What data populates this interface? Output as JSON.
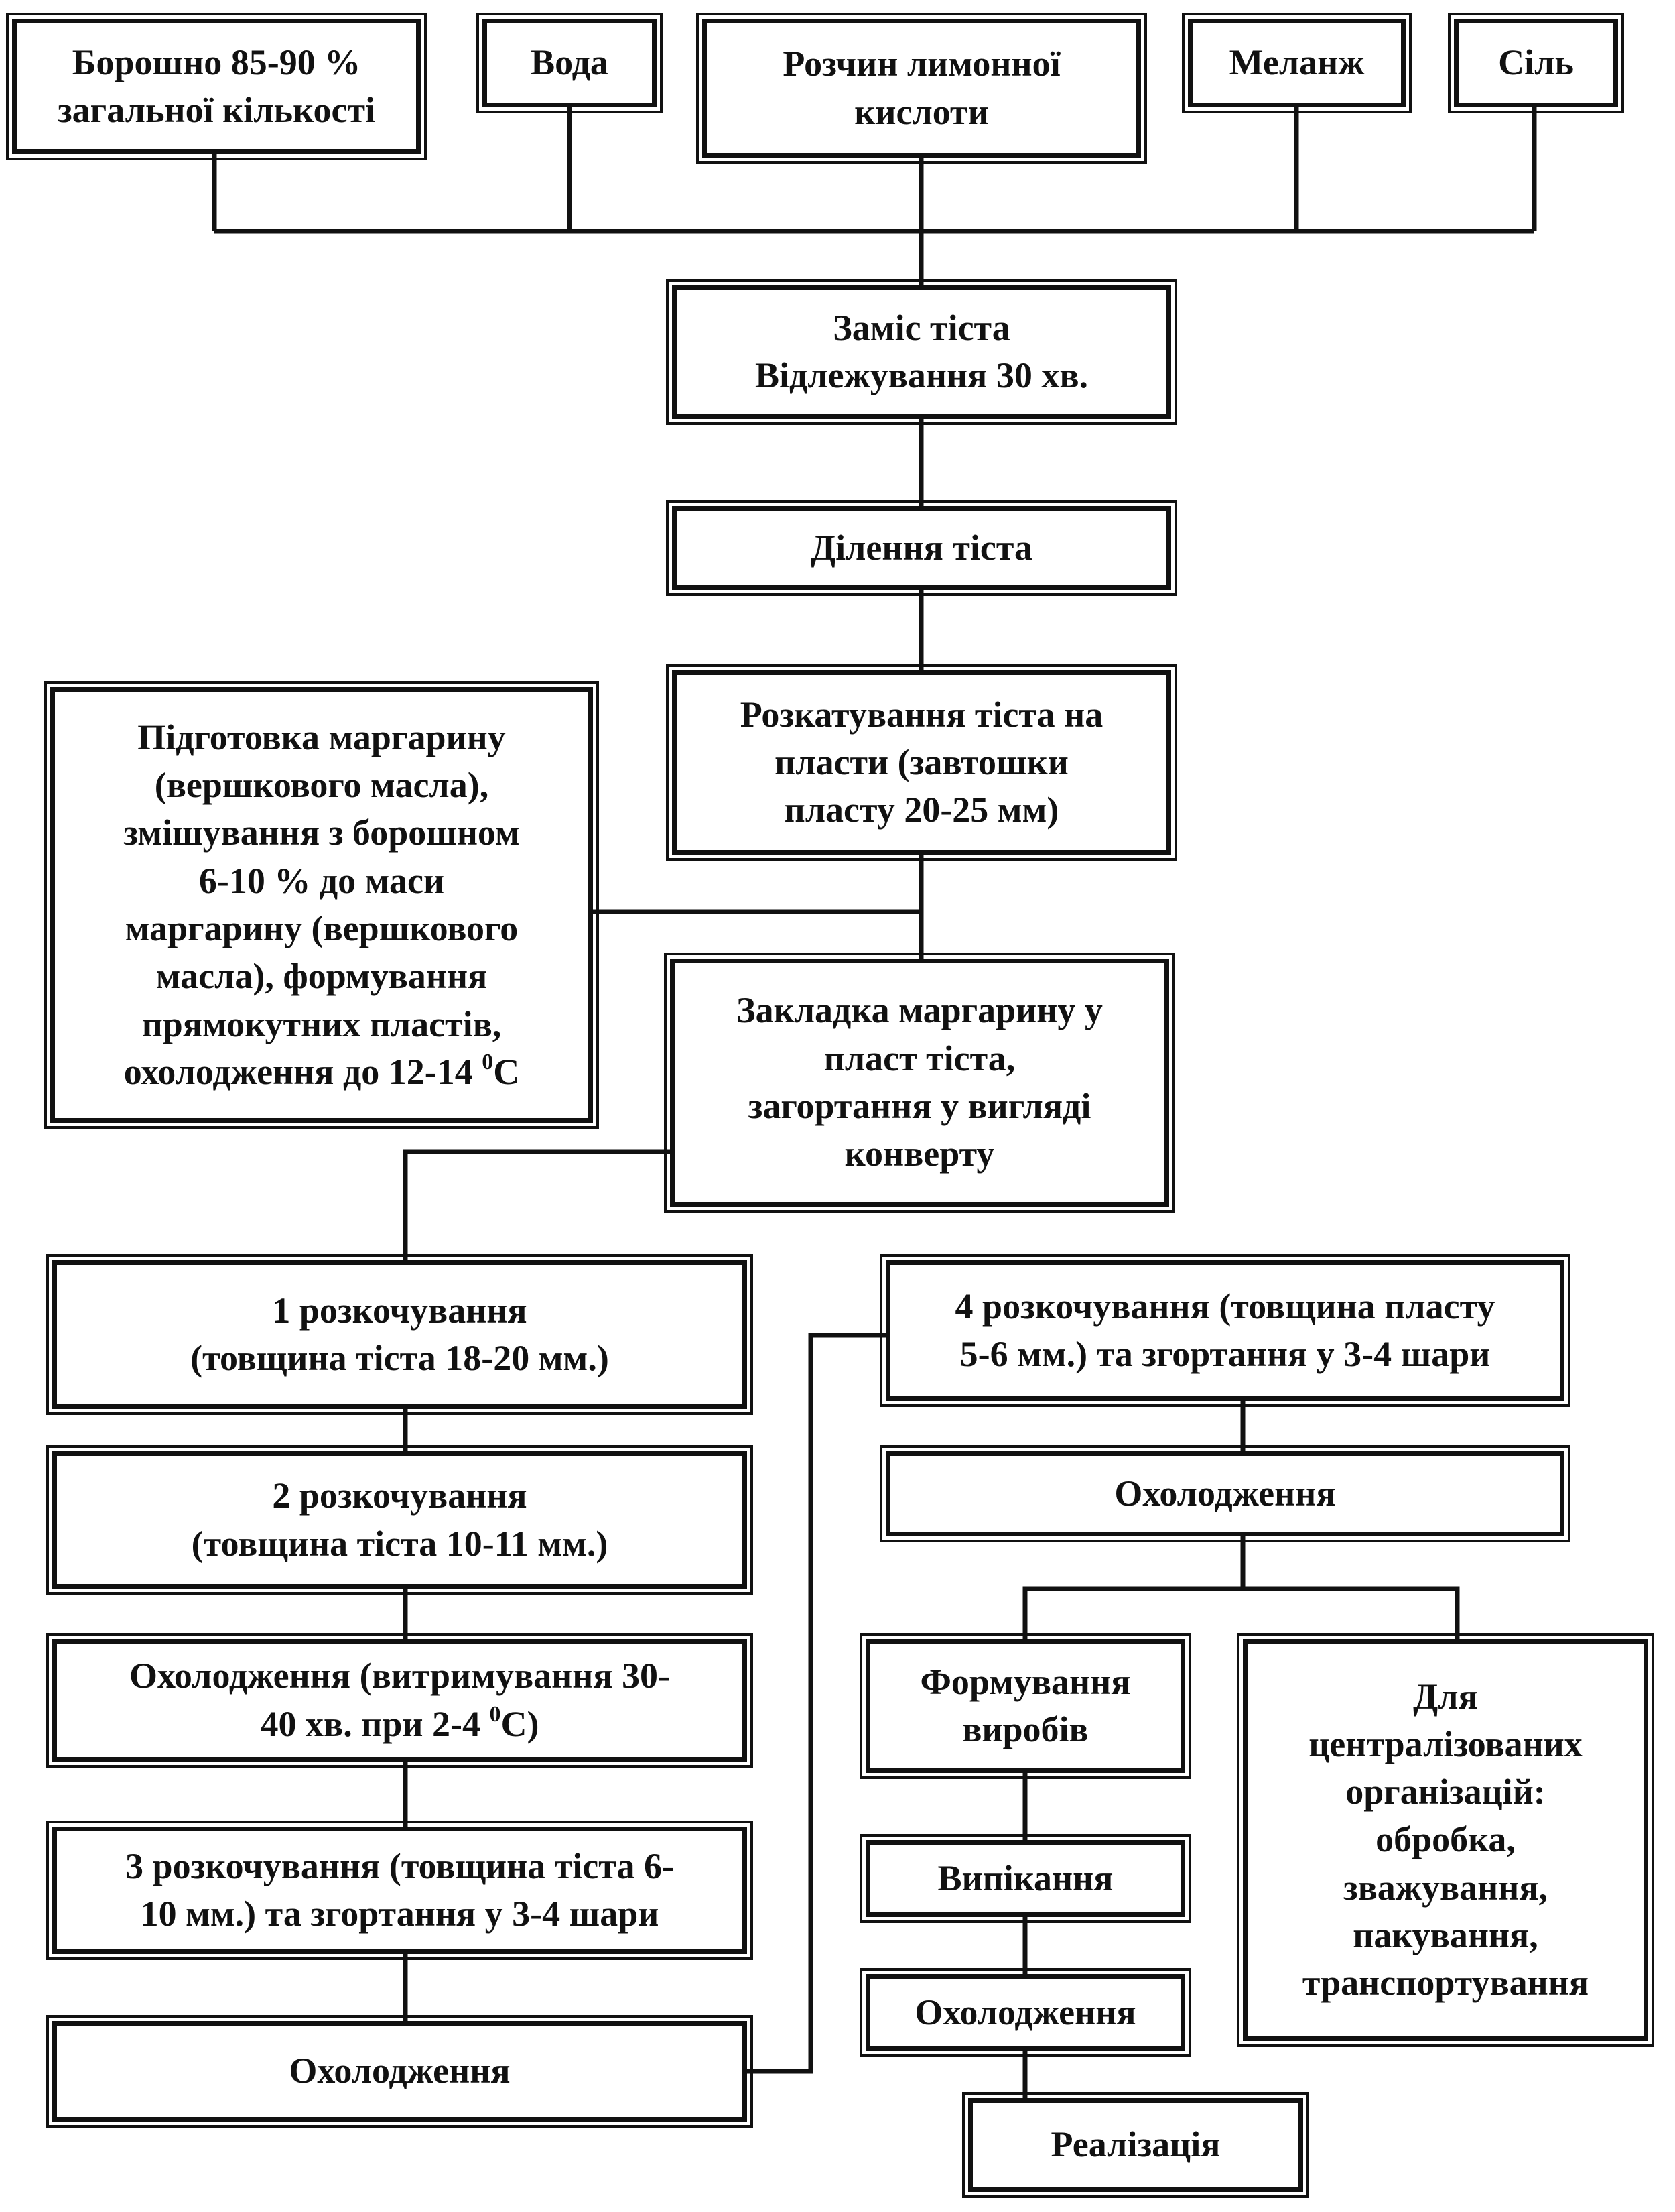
{
  "inputs": {
    "flour": "Борошно 85-90 %\nзагальної кількості",
    "water": "Вода",
    "citric": "Розчин лимонної\nкислоти",
    "melange": "Меланж",
    "salt": "Сіль"
  },
  "steps": {
    "kneading": "Заміс тіста\nВідлежування 30 хв.",
    "dividing": "Ділення тіста",
    "rolling": "Розкатування тіста на\nпласти (завтошки\nпласту 20-25 мм)",
    "margarine_prep_main": "Підготовка маргарину\n(вершкового масла),\nзмішування з борошном\n6-10 % до маси\nмаргарину (вершкового\nмасла), формування\nпрямокутних пластів,\nохолодження до 12-14 ",
    "margarine_prep_degree": "0",
    "margarine_prep_unit": "C",
    "laying": "Закладка маргарину у\nпласт тіста,\nзагортання у вигляді\nконверту",
    "roll1": "1 розкочування\n(товщина тіста 18-20 мм.)",
    "roll2": "2 розкочування\n(товщина тіста 10-11 мм.)",
    "cooling1_main": "Охолодження (витримування 30-\n40 хв. при 2-4 ",
    "cooling1_degree": "0",
    "cooling1_unit": "С)",
    "roll3": "3 розкочування (товщина тіста 6-\n10 мм.) та згортання у 3-4 шари",
    "cooling2": "Охолодження",
    "roll4": "4 розкочування (товщина пласту\n5-6 мм.) та згортання у 3-4 шари",
    "cooling3": "Охолодження",
    "forming": "Формування\nвиробів",
    "centralized": "Для\nцентралізованих\nорганізацій:\nобробка,\nзважування,\nпакування,\nтранспортування",
    "baking": "Випікання",
    "cooling4": "Охолодження",
    "sale": "Реалізація"
  }
}
